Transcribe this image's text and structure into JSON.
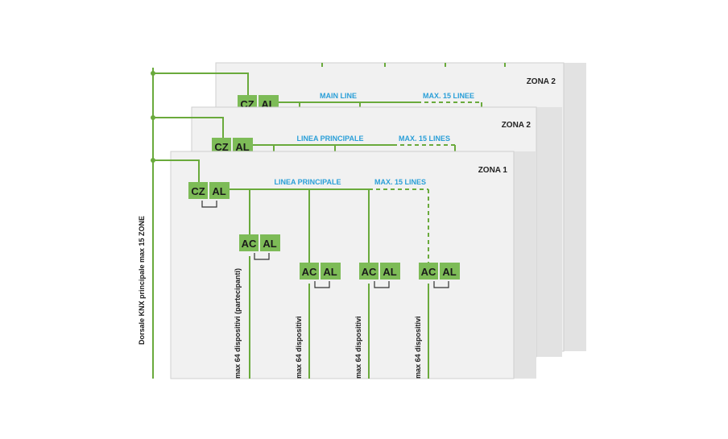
{
  "backbone": {
    "label": "Dorsale KNX principale max 15 ZONE"
  },
  "zones": [
    {
      "title": "ZONA 2",
      "main_line_label": "MAIN LINE",
      "max_lines_label": "MAX. 15 LINEE",
      "coupler": [
        "CZ",
        "AL"
      ]
    },
    {
      "title": "ZONA 2",
      "main_line_label": "LINEA PRINCIPALE",
      "max_lines_label": "MAX. 15 LINES",
      "coupler": [
        "CZ",
        "AL"
      ]
    },
    {
      "title": "ZONA 1",
      "main_line_label": "LINEA PRINCIPALE",
      "max_lines_label": "MAX. 15 LINES",
      "coupler": [
        "CZ",
        "AL"
      ]
    }
  ],
  "lines": [
    {
      "boxes": [
        "AC",
        "AL"
      ],
      "caption": "max 64 dispositivi (partecipanti)"
    },
    {
      "boxes": [
        "AC",
        "AL"
      ],
      "caption": "max 64 dispositivi"
    },
    {
      "boxes": [
        "AC",
        "AL"
      ],
      "caption": "max 64 dispositivi"
    },
    {
      "boxes": [
        "AC",
        "AL"
      ],
      "caption": "max 64 dispositivi"
    }
  ],
  "colors": {
    "green": "#6aaa3c",
    "box_fill": "#7dbb57",
    "box_text": "#1a1a1a",
    "blue_label": "#2a9fd8",
    "panel_fill": "#f1f1f1",
    "panel_border": "#cfcfcf",
    "shadow": "#e2e2e2"
  }
}
